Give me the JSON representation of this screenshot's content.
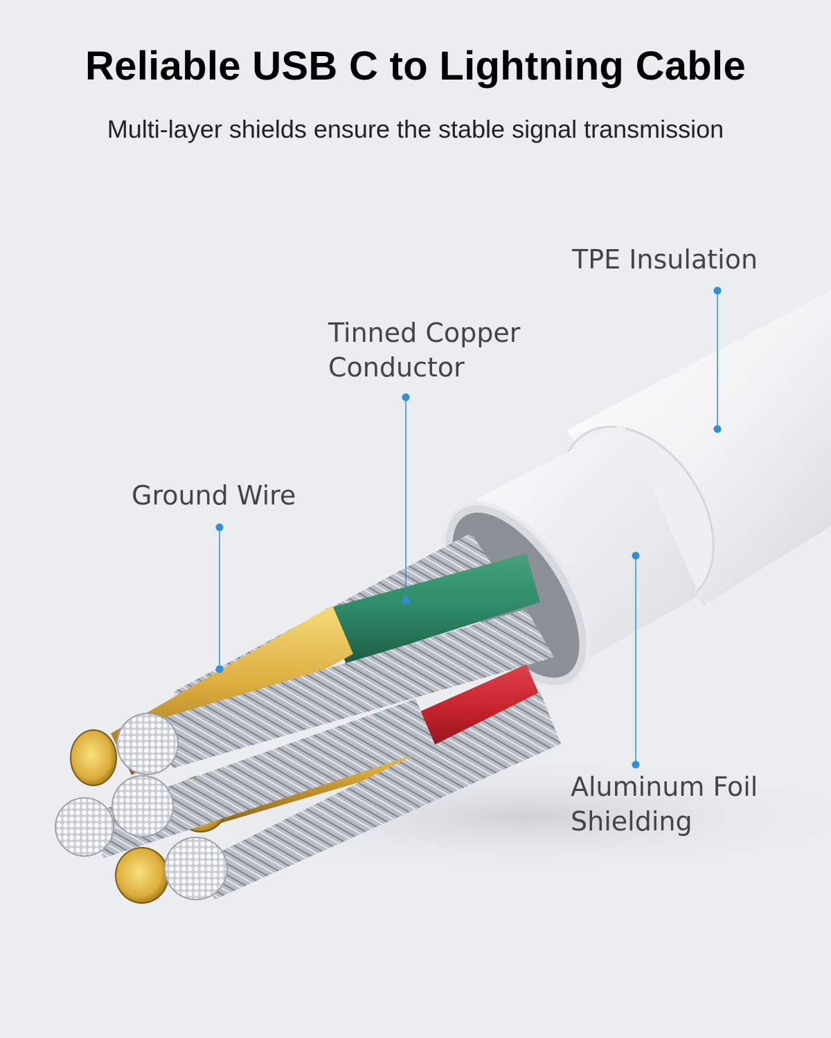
{
  "header": {
    "title": "Reliable USB C to Lightning Cable",
    "subtitle": "Multi-layer shields ensure the stable signal transmission"
  },
  "callouts": {
    "tpe_insulation": "TPE Insulation",
    "tinned_copper_line1": "Tinned Copper",
    "tinned_copper_line2": "Conductor",
    "ground_wire": "Ground Wire",
    "aluminum_foil_line1": "Aluminum Foil",
    "aluminum_foil_line2": "Shielding"
  },
  "colors": {
    "background": "#ecedf1",
    "leader_line": "#2f8fd8",
    "jacket": "#f2f2f4",
    "gold": "#d9a93a",
    "green_insulation": "#2f8a67",
    "red_insulation": "#c4202a",
    "silver_strands": "#b8bcc4"
  }
}
